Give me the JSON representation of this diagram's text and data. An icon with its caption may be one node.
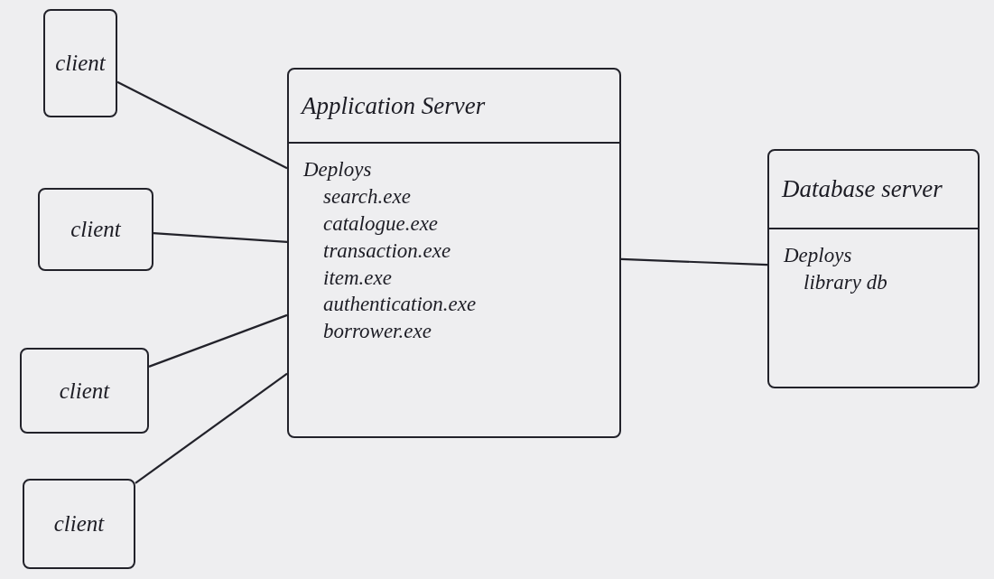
{
  "diagram": {
    "nodes": [
      {
        "text": [
          "client"
        ]
      },
      {
        "text": [
          "client"
        ]
      },
      {
        "text": [
          "client"
        ]
      },
      {
        "text": [
          "client"
        ]
      },
      {
        "text": [
          "Application Server",
          "Deploys",
          "search.exe",
          "catalogue.exe",
          "transaction.exe",
          "item.exe",
          "authentication.exe",
          "borrower.exe"
        ]
      },
      {
        "text": [
          "Database server",
          "Deploys",
          "library db"
        ]
      }
    ],
    "edges": [
      {
        "from": 0,
        "to": 4,
        "arrow": "none"
      },
      {
        "from": 1,
        "to": 4,
        "arrow": "none"
      },
      {
        "from": 2,
        "to": 4,
        "arrow": "none"
      },
      {
        "from": 3,
        "to": 4,
        "arrow": "none"
      },
      {
        "from": 4,
        "to": 5,
        "arrow": "none"
      }
    ]
  }
}
